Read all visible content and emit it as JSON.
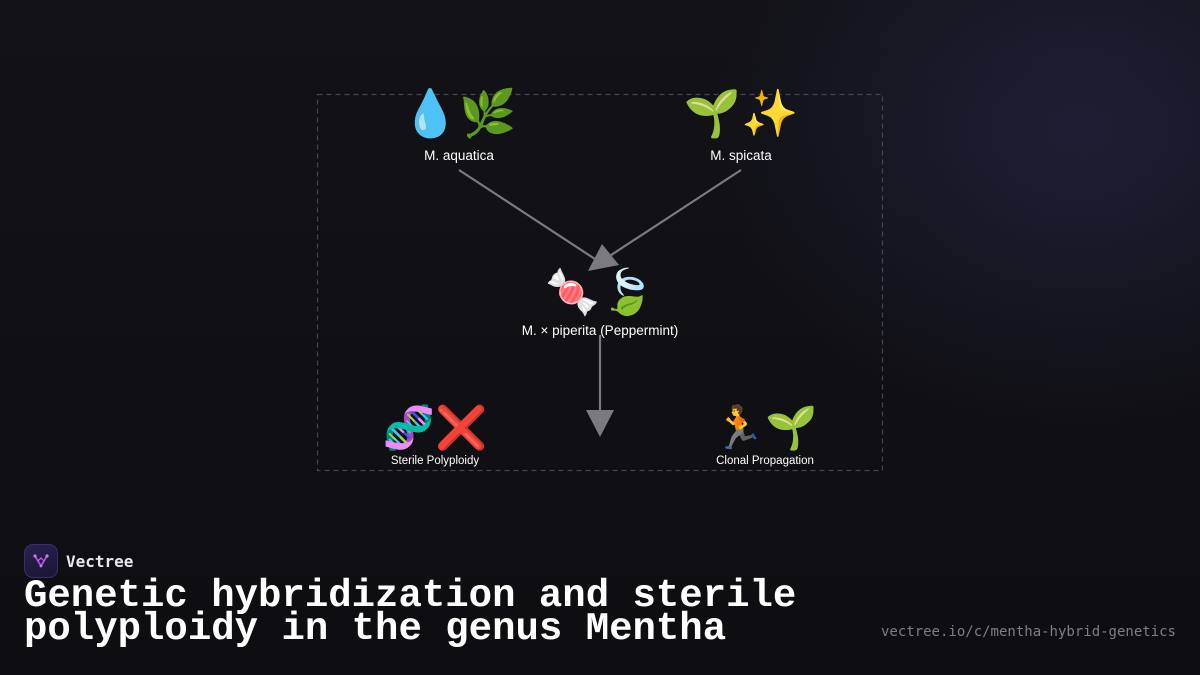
{
  "diagram": {
    "nodes": {
      "aquatica": {
        "icons": "💧🌿",
        "label": "M. aquatica"
      },
      "spicata": {
        "icons": "🌱✨",
        "label": "M. spicata"
      },
      "piperita": {
        "icons": "🍬🍃",
        "label": "M. × piperita (Peppermint)"
      },
      "sterile": {
        "icons": "🧬❌",
        "label": "Sterile Polyploidy"
      },
      "clonal": {
        "icons": "🏃🌱",
        "label": "Clonal Propagation"
      }
    },
    "colors": {
      "arrow": "#7a7a7f",
      "frame": "#45454d",
      "background": "#0e0e12"
    }
  },
  "brand": {
    "name": "Vectree",
    "logo_icon": "vectree-logo-icon",
    "logo_color": "#b04ad8"
  },
  "title": "Genetic hybridization and sterile polyploidy in the genus Mentha",
  "url": "vectree.io/c/mentha-hybrid-genetics"
}
